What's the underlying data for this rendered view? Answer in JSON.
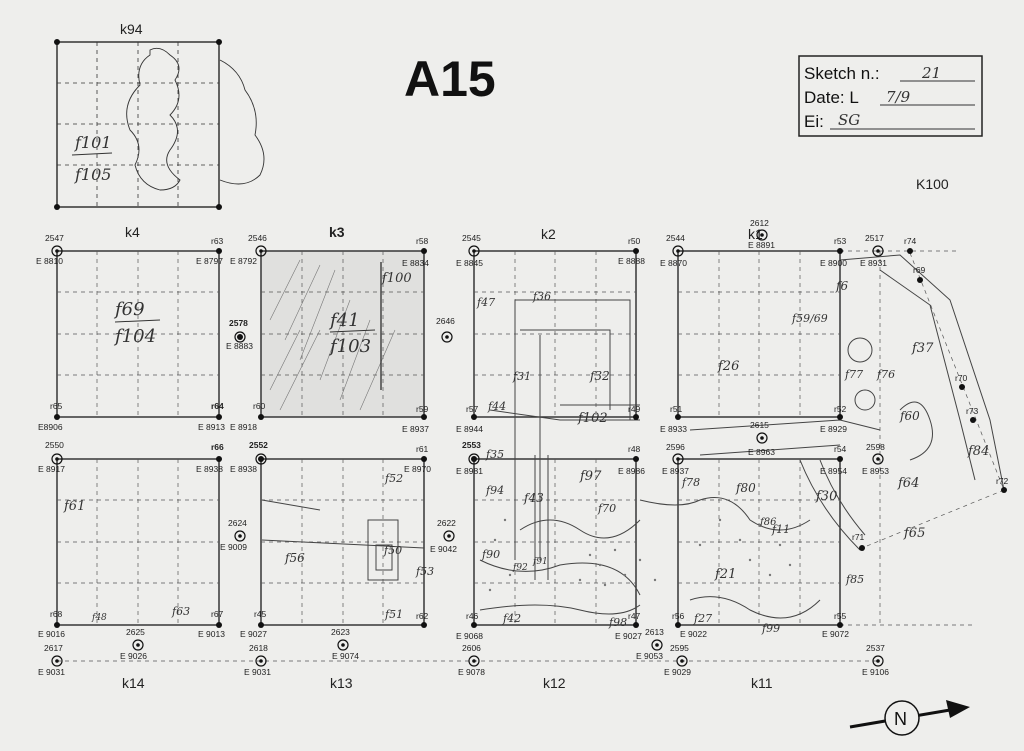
{
  "title": "A15",
  "info_box": {
    "sketch_label": "Sketch n.:",
    "sketch_value": "21",
    "date_label": "Date: L",
    "date_value": "7/9",
    "ei_label": "Ei:",
    "ei_value": "SG"
  },
  "units": {
    "k94": "k94",
    "k4": "k4",
    "k3": "k3",
    "k2": "k2",
    "k1": "k1",
    "K100": "K100",
    "k14": "k14",
    "k13": "k13",
    "k12": "k12",
    "k11": "k11"
  },
  "features": {
    "f101": "f101",
    "f105": "f105",
    "f69": "f69",
    "f104": "f104",
    "f41": "f41",
    "f103": "f103",
    "f100": "f100",
    "f47": "f47",
    "f36": "f36",
    "f31": "f31",
    "f32": "f32",
    "f44": "f44",
    "f102": "f102",
    "f26": "f26",
    "f6": "f6",
    "f59": "f59/69",
    "f77": "f77",
    "f76": "f76",
    "f37": "f37",
    "f60": "f60",
    "f84": "f84",
    "f61": "f61",
    "f63": "f63",
    "f48": "f48",
    "f52": "f52",
    "f56": "f56",
    "f50": "f50",
    "f53": "f53",
    "f51": "f51",
    "f35": "f35",
    "f94": "f94",
    "f43": "f43",
    "f97": "f97",
    "f70": "f70",
    "f90": "f90",
    "f92": "f92",
    "f91": "f91",
    "f42": "f42",
    "f78": "f78",
    "f80": "f80",
    "f30": "f30",
    "f86": "f86",
    "f11": "f11",
    "f64": "f64",
    "f65": "f65",
    "f21": "f21",
    "f85": "f85",
    "f98": "f98",
    "f27": "f27",
    "f99": "f99"
  },
  "points": {
    "p2547": "2547",
    "p2546": "2546",
    "p2545": "2545",
    "p2544": "2544",
    "p2612": "2612",
    "p2517": "2517",
    "p2578": "2578",
    "p2646": "2646",
    "p2550": "2550",
    "p2552": "2552",
    "p2553": "2553",
    "p2596": "2596",
    "p2615": "2615",
    "p2598": "2598",
    "p2624": "2624",
    "p2622": "2622",
    "p2625": "2625",
    "p2623": "2623",
    "p2613": "2613",
    "p2595": "2595",
    "p2617": "2617",
    "p2618": "2618",
    "p2606": "2606",
    "p2537": "2537",
    "r63": "r63",
    "r58": "r58",
    "r50": "r50",
    "r53": "r53",
    "r74": "r74",
    "r69": "r69",
    "r65": "r65",
    "r64": "r64",
    "r60": "r60",
    "r59": "r59",
    "r57": "r57",
    "r49": "r49",
    "r51": "r51",
    "r52": "r52",
    "r70": "r70",
    "r73": "r73",
    "r72": "r72",
    "r66": "r66",
    "r61": "r61",
    "r48": "r48",
    "r54": "r54",
    "r71": "r71",
    "r68": "r68",
    "r67": "r67",
    "r45": "r45",
    "r62": "r62",
    "r46": "r46",
    "r47": "r47",
    "r56": "r56",
    "r55": "r55"
  },
  "elevations": {
    "e2547": "E 8810",
    "e63": "E 8797",
    "e2546": "E 8792",
    "e58": "E 8834",
    "e2545": "E 8845",
    "e50": "E 8888",
    "e2544": "E 8870",
    "e2612": "E 8891",
    "e53": "E 8900",
    "e2517": "E 8931",
    "e2578": "E 8883",
    "e65": "E8906",
    "e64": "E 8913",
    "e60": "E 8918",
    "e59": "E 8937",
    "e57": "E 8944",
    "e51": "E 8933",
    "e52": "E 8929",
    "e2550": "E 8917",
    "e66": "E 8938",
    "e2552": "E 8938",
    "e61": "E 8970",
    "e2553": "E 8981",
    "e48": "E 8986",
    "e2596": "E 8937",
    "e2615": "E 8963",
    "e54": "E 8954",
    "e2598": "E 8953",
    "e2624": "E 9009",
    "e2622": "E 9042",
    "e68": "E 9016",
    "e67": "E 9013",
    "e45": "E 9027",
    "e46": "E 9068",
    "e47": "E 9027",
    "e56": "E 9022",
    "e55": "E 9072",
    "e2625": "E 9026",
    "e2623": "E 9074",
    "e2613": "E 9053",
    "e2617": "E 9031",
    "e2618": "E 9031",
    "e2606": "E 9078",
    "e2595": "E 9029",
    "e2537": "E 9106"
  },
  "north_label": "N"
}
